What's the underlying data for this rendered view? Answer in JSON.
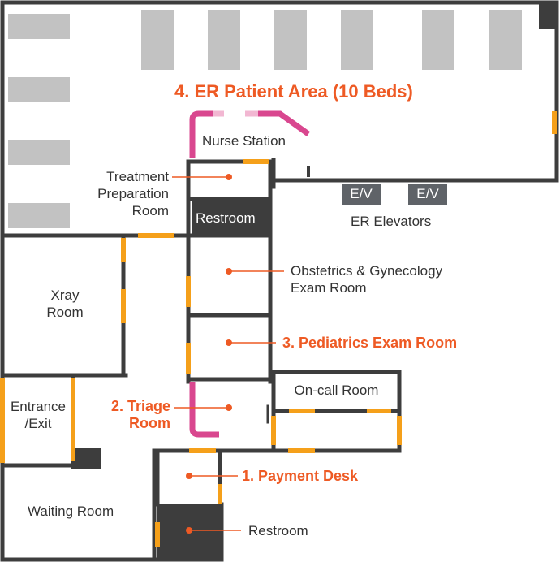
{
  "rooms": {
    "er_patient_area": "4. ER Patient Area (10 Beds)",
    "nurse_station": "Nurse Station",
    "treatment_prep": [
      "Treatment",
      "Preparation",
      "Room"
    ],
    "restroom_upper": "Restroom",
    "er_elevators": "ER Elevators",
    "elevator_tag": "E/V",
    "obgyn": [
      "Obstetrics & Gynecology",
      "Exam Room"
    ],
    "pediatrics": "3. Pediatrics Exam Room",
    "xray": [
      "Xray",
      "Room"
    ],
    "triage": [
      "2. Triage",
      "Room"
    ],
    "oncall": "On-call Room",
    "entrance": [
      "Entrance",
      "/Exit"
    ],
    "payment": "1. Payment Desk",
    "waiting": "Waiting Room",
    "restroom_lower": "Restroom"
  },
  "colors": {
    "wall": "#3d3d3d",
    "door": "#f5a01a",
    "highlight": "#ee5a24",
    "nurse_counter": "#d9478f",
    "bed": "#c2c2c2"
  }
}
